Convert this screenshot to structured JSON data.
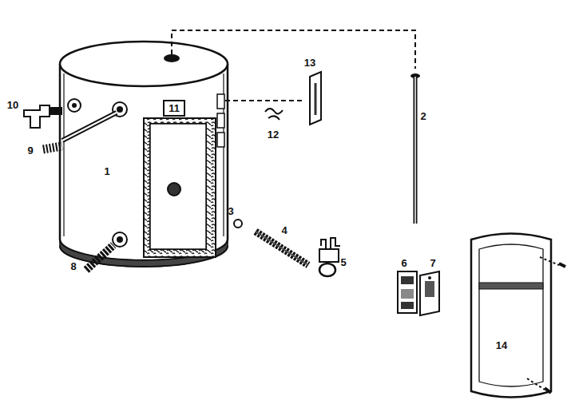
{
  "diagram": {
    "nodes": [
      {
        "text": [
          "11"
        ]
      }
    ],
    "labels": [
      "10",
      "9",
      "1",
      "8",
      "3",
      "4",
      "5",
      "2",
      "13",
      "12",
      "6",
      "7",
      "14"
    ]
  }
}
